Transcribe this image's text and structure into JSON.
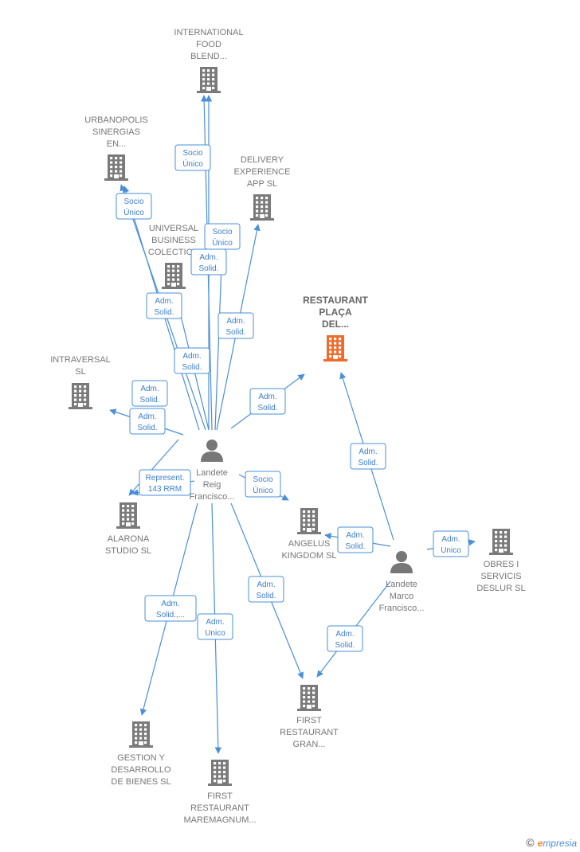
{
  "nodes": [
    {
      "id": "international",
      "kind": "company",
      "label": [
        "INTERNATIONAL",
        "FOOD",
        "BLEND..."
      ]
    },
    {
      "id": "urbanopolis",
      "kind": "company",
      "label": [
        "URBANOPOLIS",
        "SINERGIAS",
        "EN..."
      ]
    },
    {
      "id": "delivery",
      "kind": "company",
      "label": [
        "DELIVERY",
        "EXPERIENCE",
        "APP  SL"
      ]
    },
    {
      "id": "universal",
      "kind": "company",
      "label": [
        "UNIVERSAL",
        "BUSINESS",
        "COLECTION"
      ]
    },
    {
      "id": "restaurant_placa",
      "kind": "company-highlight",
      "label": [
        "RESTAURANT",
        "PLAÇA",
        "DEL..."
      ]
    },
    {
      "id": "intraversal",
      "kind": "company",
      "label": [
        "INTRAVERSAL",
        "SL"
      ]
    },
    {
      "id": "landete_reig",
      "kind": "person",
      "label": [
        "Landete",
        "Reig",
        "Francisco..."
      ]
    },
    {
      "id": "alarona",
      "kind": "company",
      "label": [
        "ALARONA",
        "STUDIO  SL"
      ]
    },
    {
      "id": "angelus",
      "kind": "company",
      "label": [
        "ANGELUS",
        "KINGDOM  SL"
      ]
    },
    {
      "id": "landete_marco",
      "kind": "person",
      "label": [
        "Landete",
        "Marco",
        "Francisco..."
      ]
    },
    {
      "id": "obres",
      "kind": "company",
      "label": [
        "OBRES I",
        "SERVICIS",
        "DESLUR  SL"
      ]
    },
    {
      "id": "first_gran",
      "kind": "company",
      "label": [
        "FIRST",
        "RESTAURANT",
        "GRAN..."
      ]
    },
    {
      "id": "gestion",
      "kind": "company",
      "label": [
        "GESTION Y",
        "DESARROLLO",
        "DE BIENES  SL"
      ]
    },
    {
      "id": "first_maremagnum",
      "kind": "company",
      "label": [
        "FIRST",
        "RESTAURANT",
        "MAREMAGNUM..."
      ]
    }
  ],
  "edges": [
    {
      "from": "landete_reig",
      "to": "international",
      "label": [
        "Socio",
        "Único"
      ]
    },
    {
      "from": "landete_reig",
      "to": "international",
      "label": [
        "Adm.",
        "Solid."
      ]
    },
    {
      "from": "landete_reig",
      "to": "urbanopolis",
      "label": [
        "Socio",
        "Único"
      ]
    },
    {
      "from": "landete_reig",
      "to": "urbanopolis",
      "label": [
        "Adm.",
        "Solid."
      ]
    },
    {
      "from": "landete_reig",
      "to": "delivery",
      "label": [
        "Socio",
        "Único"
      ]
    },
    {
      "from": "landete_reig",
      "to": "delivery",
      "label": [
        "Adm.",
        "Solid."
      ]
    },
    {
      "from": "landete_reig",
      "to": "universal",
      "label": [
        "Adm.",
        "Solid."
      ]
    },
    {
      "from": "landete_reig",
      "to": "restaurant_placa",
      "label": [
        "Adm.",
        "Solid."
      ]
    },
    {
      "from": "landete_reig",
      "to": "intraversal",
      "label": [
        "Adm.",
        "Solid."
      ]
    },
    {
      "from": "landete_reig",
      "to": "alarona",
      "label": [
        "Adm.",
        "Solid."
      ]
    },
    {
      "from": "landete_reig",
      "to": "alarona",
      "label": [
        "Represent.",
        "143 RRM"
      ]
    },
    {
      "from": "landete_reig",
      "to": "angelus",
      "label": [
        "Socio",
        "Único"
      ]
    },
    {
      "from": "landete_reig",
      "to": "first_gran",
      "label": [
        "Adm.",
        "Solid."
      ]
    },
    {
      "from": "landete_reig",
      "to": "gestion",
      "label": [
        "Adm.",
        "Solid.,..."
      ]
    },
    {
      "from": "landete_reig",
      "to": "first_maremagnum",
      "label": [
        "Adm.",
        "Unico"
      ]
    },
    {
      "from": "landete_marco",
      "to": "restaurant_placa",
      "label": [
        "Adm.",
        "Solid."
      ]
    },
    {
      "from": "landete_marco",
      "to": "angelus",
      "label": [
        "Adm.",
        "Solid."
      ]
    },
    {
      "from": "landete_marco",
      "to": "obres",
      "label": [
        "Adm.",
        "Unico"
      ]
    },
    {
      "from": "landete_marco",
      "to": "first_gran",
      "label": [
        "Adm.",
        "Solid."
      ]
    }
  ],
  "colors": {
    "edge": "#4a8fd8",
    "company": "#7a7a7a",
    "highlight": "#f06a2a",
    "person": "#777777"
  },
  "footer": {
    "copyright": "©",
    "brand_e": "e",
    "brand_rest": "mpresia"
  }
}
